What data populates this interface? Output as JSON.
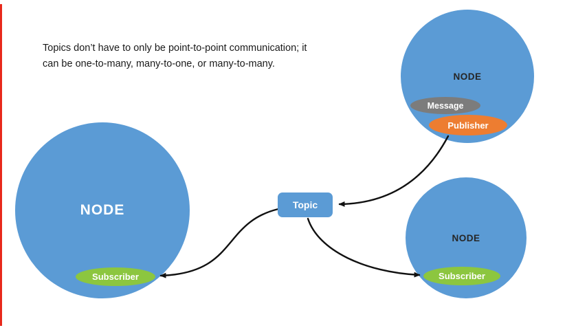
{
  "colors": {
    "blue": "#5B9BD5",
    "green": "#8CC63F",
    "orange": "#ED7D31",
    "gray": "#7C7C7C",
    "red": "#E8291C",
    "arrow": "#111111",
    "text_dark": "#1A1A1A",
    "node_label_dark": "#262626"
  },
  "description": {
    "line1": "Topics don’t have to only be point-to-point communication; it",
    "line2": "can be one-to-many, many-to-one, or many-to-many."
  },
  "topic": {
    "label": "Topic"
  },
  "nodes": {
    "left": {
      "label": "NODE",
      "badges": {
        "subscriber": "Subscriber"
      }
    },
    "top_right": {
      "label": "NODE",
      "badges": {
        "message": "Message",
        "publisher": "Publisher"
      }
    },
    "bottom_right": {
      "label": "NODE",
      "badges": {
        "subscriber": "Subscriber"
      }
    }
  }
}
